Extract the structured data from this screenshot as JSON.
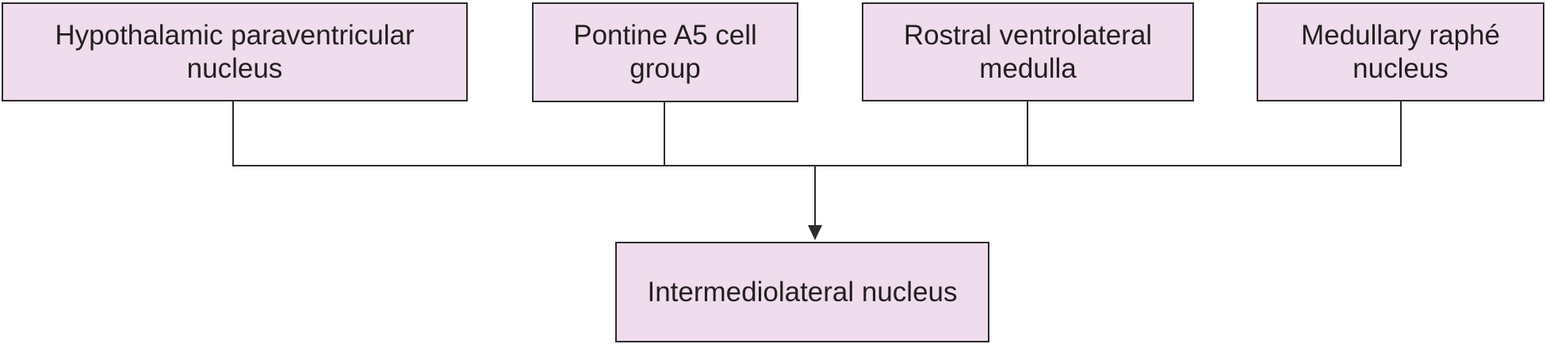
{
  "diagram": {
    "sources": [
      {
        "id": "hypothalamic",
        "label": "Hypothalamic paraventricular nucleus"
      },
      {
        "id": "pontine",
        "label": "Pontine A5 cell group"
      },
      {
        "id": "rostral",
        "label": "Rostral ventrolateral medulla"
      },
      {
        "id": "medullary",
        "label": "Medullary raphé nucleus"
      }
    ],
    "target": {
      "id": "intermediolateral",
      "label": "Intermediolateral nucleus"
    },
    "colors": {
      "box_fill": "#efdcec",
      "box_border": "#2b2b2b",
      "line": "#2b2b2b",
      "text": "#231f20"
    }
  }
}
